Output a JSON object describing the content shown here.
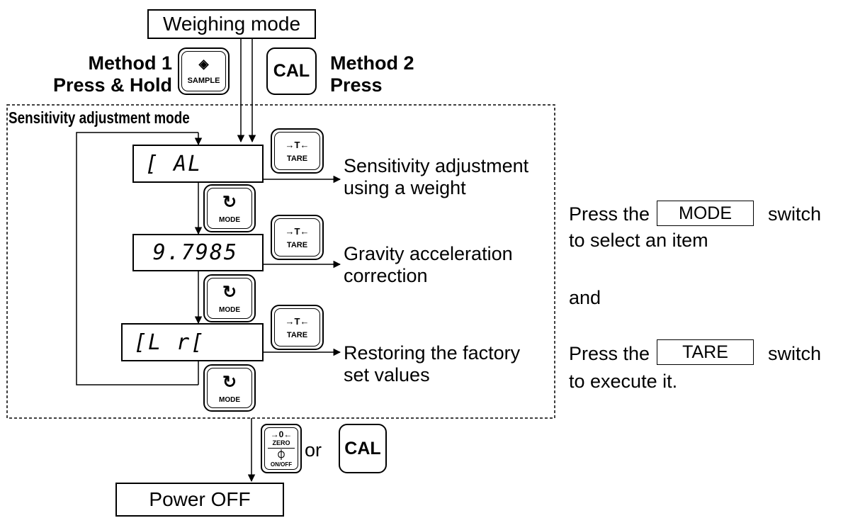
{
  "weighing_mode": "Weighing mode",
  "method1": {
    "line1": "Method 1",
    "line2": "Press & Hold",
    "key": "SAMPLE"
  },
  "method2": {
    "line1": "Method 2",
    "line2": "Press",
    "key": "CAL"
  },
  "mode_title": "Sensitivity adjustment mode",
  "displays": [
    "[ AL",
    "9.7985",
    "[L r["
  ],
  "mode_key": "MODE",
  "tare_key": {
    "symbol": "→T←",
    "label": "TARE"
  },
  "descriptions": [
    {
      "line1": "Sensitivity adjustment",
      "line2": "using a weight"
    },
    {
      "line1": "Gravity acceleration",
      "line2": "correction"
    },
    {
      "line1": "Restoring the factory",
      "line2": "set values"
    }
  ],
  "instructions": {
    "press_the": "Press the",
    "mode_switch": "MODE",
    "switch": "switch",
    "select": "to select an item",
    "and": "and",
    "tare_switch": "TARE",
    "execute": "to execute it."
  },
  "zero_key": {
    "symbol": "→0←",
    "zero": "ZERO",
    "power_symbol": "⏀",
    "onoff": "ON/OFF"
  },
  "or": "or",
  "cal_key": "CAL",
  "power_off": "Power OFF"
}
